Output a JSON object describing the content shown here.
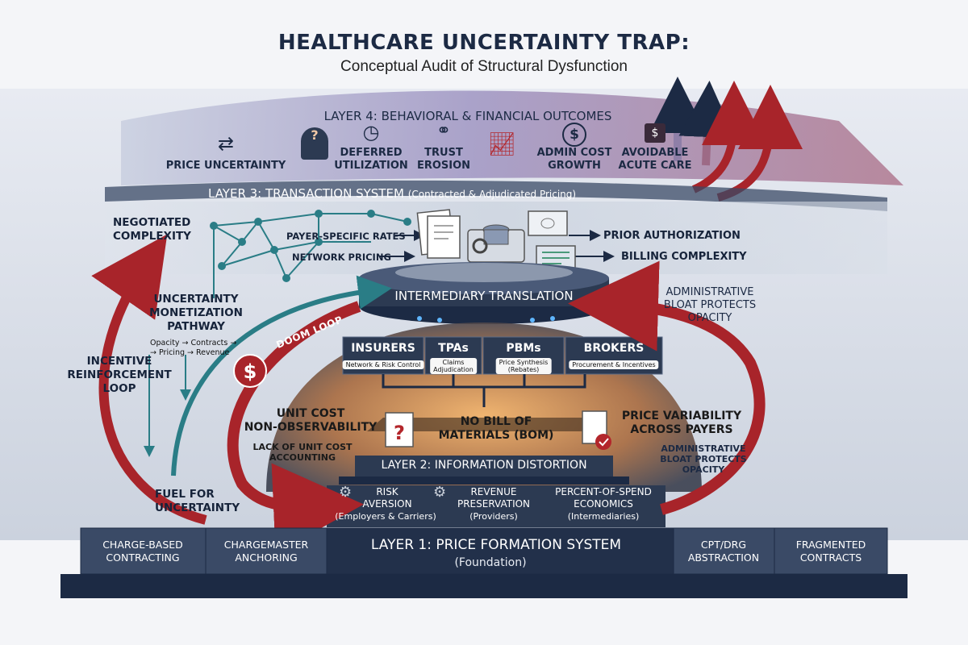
{
  "header": {
    "title": "HEALTHCARE UNCERTAINTY TRAP:",
    "subtitle": "Conceptual Audit of Structural Dysfunction"
  },
  "layer4": {
    "label": "LAYER 4: BEHAVIORAL & FINANCIAL OUTCOMES",
    "outcomes": [
      {
        "label": "PRICE UNCERTAINTY",
        "icon": "price-uncertainty-icon"
      },
      {
        "label": "DEFERRED\nUTILIZATION",
        "icon": "person-question-icon"
      },
      {
        "label": "TRUST\nEROSION",
        "icon": "handshake-icon"
      },
      {
        "label": "ADMIN COST\nGROWTH",
        "icon": "rising-chart-icon"
      },
      {
        "label": "AVOIDABLE\nACUTE CARE",
        "icon": "medical-bag-icon"
      }
    ],
    "icon_glyphs": {
      "clock": "clock-icon",
      "dollar": "dollar-coin-icon"
    }
  },
  "layer3": {
    "label": "LAYER 3: TRANSACTION SYSTEM",
    "label_note": "(Contracted & Adjudicated Pricing)",
    "flows_left": [
      "PAYER-SPECIFIC RATES",
      "NETWORK PRICING"
    ],
    "flows_right": [
      "PRIOR AUTHORIZATION",
      "BILLING COMPLEXITY"
    ]
  },
  "left_side": {
    "negotiated": "NEGOTIATED\nCOMPLEXITY",
    "monetization": "UNCERTAINTY\nMONETIZATION\nPATHWAY",
    "monetization_steps": "Opacity → Contracts →\n→ Pricing → Revenue",
    "incentive": "INCENTIVE\nREINFORCEMENT\nLOOP",
    "fuel": "FUEL FOR\nUNCERTAINTY"
  },
  "right_side": {
    "admin_bloat": "ADMINISTRATIVE\nBLOAT PROTECTS\nOPACITY"
  },
  "intermediary": {
    "label": "INTERMEDIARY TRANSLATION",
    "doom": "DOOM LOOP",
    "doom_icon": "dollar-sign-icon",
    "entities": [
      {
        "name": "INSURERS",
        "sub": "Network & Risk Control"
      },
      {
        "name": "TPAs",
        "sub": "Claims\nAdjudication"
      },
      {
        "name": "PBMs",
        "sub": "Price Synthesis\n(Rebates)"
      },
      {
        "name": "BROKERS",
        "sub": "Procurement & Incentives"
      }
    ]
  },
  "layer2": {
    "label": "LAYER 2: INFORMATION DISTORTION",
    "left_title": "UNIT COST\nNON-OBSERVABILITY",
    "left_sub": "LACK OF UNIT COST\nACCOUNTING",
    "center_title": "NO BILL OF\nMATERIALS (BOM)",
    "right_title": "PRICE VARIABILITY\nACROSS PAYERS",
    "right_sub": "ADMINISTRATIVE\nBLOAT PROTECTS\nOPACITY"
  },
  "incentives": [
    {
      "title": "RISK\nAVERSION",
      "sub": "(Employers & Carriers)"
    },
    {
      "title": "REVENUE\nPRESERVATION",
      "sub": "(Providers)"
    },
    {
      "title": "PERCENT-OF-SPEND\nECONOMICS",
      "sub": "(Intermediaries)"
    }
  ],
  "layer1": {
    "label": "LAYER 1: PRICE FORMATION SYSTEM",
    "sub": "(Foundation)",
    "blocks": [
      "CHARGE-BASED\nCONTRACTING",
      "CHARGEMASTER\nANCHORING",
      "CPT/DRG\nABSTRACTION",
      "FRAGMENTED\nCONTRACTS"
    ]
  },
  "colors": {
    "navy": "#1c2a44",
    "slate": "#2c3a52",
    "loop_red": "#a8242a",
    "teal": "#2a7d86",
    "amber": "#e9a45a",
    "purple_band": "#8c7fae"
  }
}
